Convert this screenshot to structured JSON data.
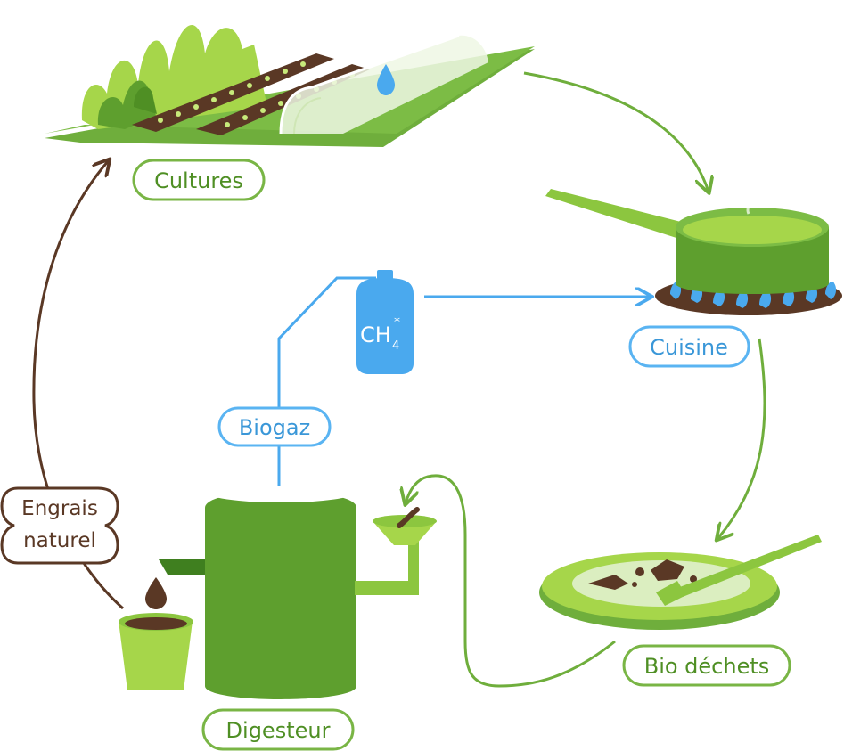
{
  "labels": {
    "cultures": "Cultures",
    "cuisine": "Cuisine",
    "bio_dechets": "Bio déchets",
    "digesteur": "Digesteur",
    "biogaz": "Biogaz",
    "engrais_line1": "Engrais",
    "engrais_line2": "naturel",
    "ch4_main": "CH",
    "ch4_sub": "4",
    "ch4_sup": "*"
  },
  "colors": {
    "green_dark": "#5e9f2e",
    "green_mid": "#7ab648",
    "green_light": "#a6d64a",
    "brown": "#5a3825",
    "blue": "#4aa9ee",
    "label_green_border": "#79b545",
    "label_blue_border": "#5ab4f2",
    "label_brown_border": "#5a3825"
  }
}
